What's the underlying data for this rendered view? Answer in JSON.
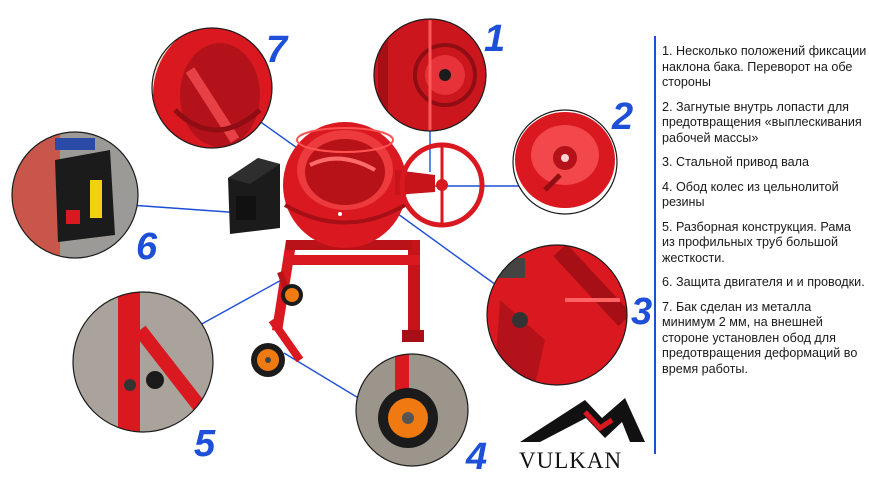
{
  "callout_numbers": [
    "1",
    "2",
    "3",
    "4",
    "5",
    "6",
    "7"
  ],
  "features": [
    "1. Несколько положений фиксации наклона бака. Переворот на обе стороны",
    "2. Загнутые внутрь лопасти для предотвращения «выплескивания рабочей массы»",
    "3. Стальной привод вала",
    "4. Обод колес из цельнолитой резины",
    "5. Разборная конструкция. Рама из профильных труб большой жесткости.",
    "6. Защита двигателя и и проводки.",
    "7. Бак сделан из металла минимум 2 мм, на внешней стороне установлен обод для предотвращения деформаций во время работы."
  ],
  "brand": "VULKAN",
  "colors": {
    "mixer_red": "#d9181f",
    "callout_blue": "#1d4fd8",
    "wheel_orange": "#f07a12",
    "motor_black": "#1b1b1b"
  },
  "icons": [
    "concrete-mixer-photo",
    "gear-ring-detail",
    "paddle-detail",
    "drive-shaft-detail",
    "wheel-detail",
    "frame-detail",
    "motor-cover-detail",
    "drum-detail",
    "mountain-logo-icon"
  ]
}
